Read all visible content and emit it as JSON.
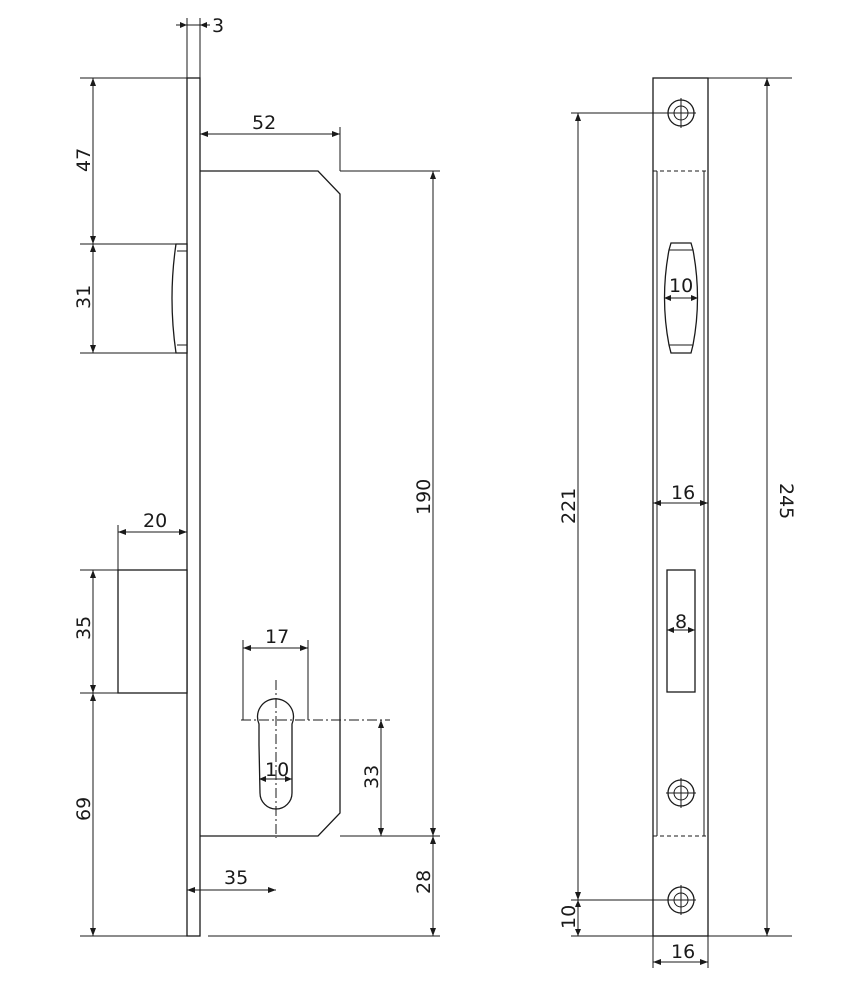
{
  "dimensions": {
    "faceplate_thickness": "3",
    "case_depth": "52",
    "top_offset": "47",
    "latch_height": "31",
    "case_height": "190",
    "bolt_projection": "20",
    "bolt_height": "35",
    "bottom_offset": "69",
    "cylinder_width": "17",
    "cylinder_slot_width": "10",
    "cylinder_center_height": "33",
    "backset": "35",
    "case_bottom_offset": "28",
    "front_screw_spacing": "221",
    "front_total_height": "245",
    "front_latch_width": "10",
    "front_plate_width_mid": "16",
    "front_bolt_width": "8",
    "front_screw_offset": "10",
    "front_plate_width_bottom": "16"
  }
}
